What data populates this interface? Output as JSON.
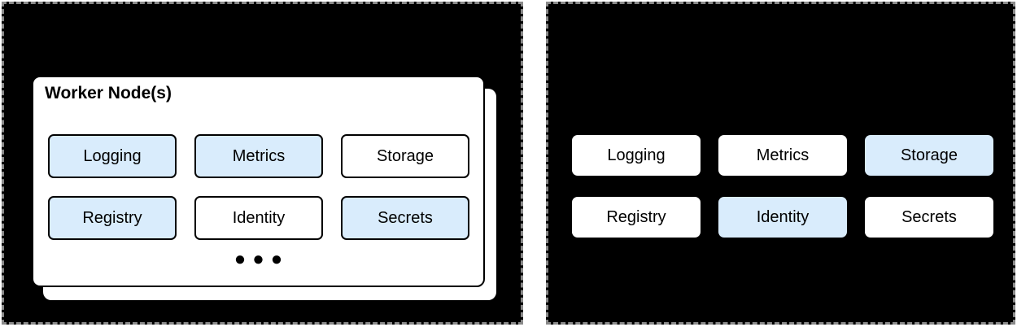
{
  "colors": {
    "panel_background": "#000000",
    "panel_border": "#8a8a8a",
    "card_background": "#ffffff",
    "highlight_blue": "#d9ecfc",
    "text": "#000000"
  },
  "left_panel": {
    "card_title": "Worker Node(s)",
    "ellipsis": "●●●",
    "services": [
      {
        "label": "Logging",
        "highlighted": true
      },
      {
        "label": "Metrics",
        "highlighted": true
      },
      {
        "label": "Storage",
        "highlighted": false
      },
      {
        "label": "Registry",
        "highlighted": true
      },
      {
        "label": "Identity",
        "highlighted": false
      },
      {
        "label": "Secrets",
        "highlighted": true
      }
    ]
  },
  "right_panel": {
    "services": [
      {
        "label": "Logging",
        "highlighted": false
      },
      {
        "label": "Metrics",
        "highlighted": false
      },
      {
        "label": "Storage",
        "highlighted": true
      },
      {
        "label": "Registry",
        "highlighted": false
      },
      {
        "label": "Identity",
        "highlighted": true
      },
      {
        "label": "Secrets",
        "highlighted": false
      }
    ]
  }
}
